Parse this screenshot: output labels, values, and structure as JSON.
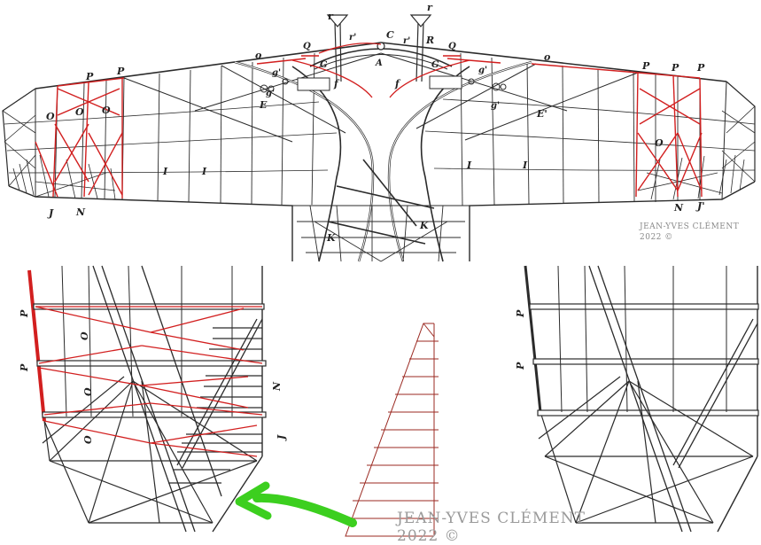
{
  "labels": {
    "r1": "r",
    "r2": "r",
    "r_prime1": "r'",
    "r_prime2": "r'",
    "C": "C",
    "R": "R",
    "o_left": "o",
    "o_right": "o",
    "Q_left": "Q",
    "Q_right": "Q",
    "G_left": "G",
    "G_right": "G",
    "A": "A",
    "g_prime_1": "g'",
    "g_prime_2": "g'",
    "g_prime_3": "g'",
    "g_prime_4": "g'",
    "E": "E",
    "E_prime": "E'",
    "f_left": "f",
    "f_right": "f",
    "P1": "P",
    "P2": "P",
    "P3": "P",
    "P4": "P",
    "P5": "P",
    "O_a": "O",
    "O_b": "O",
    "O_c": "O",
    "O_d": "O",
    "I1": "I",
    "I2": "I",
    "I3": "I",
    "I4": "I",
    "J": "J",
    "J_prime": "J'",
    "N_left": "N",
    "N_right": "N",
    "K1": "K",
    "K2": "K",
    "dl_P1": "P",
    "dl_P2": "P",
    "dl_O1": "O",
    "dl_O2": "O",
    "dl_O3": "O",
    "dl_N": "N",
    "dl_J": "J",
    "dr_P1": "P",
    "dr_P2": "P"
  },
  "watermarks": {
    "top_line1": "JEAN-YVES CLÉMENT",
    "top_line2": "2022 ©",
    "bottom_line1": "JEAN-YVES CLÉMENT",
    "bottom_line2": "2022 ©"
  },
  "colors": {
    "ink": "#2b2b2b",
    "red_wire": "#d21f1f",
    "brown_sketch": "#9b2a22",
    "arrow_green": "#3ccf1f"
  }
}
